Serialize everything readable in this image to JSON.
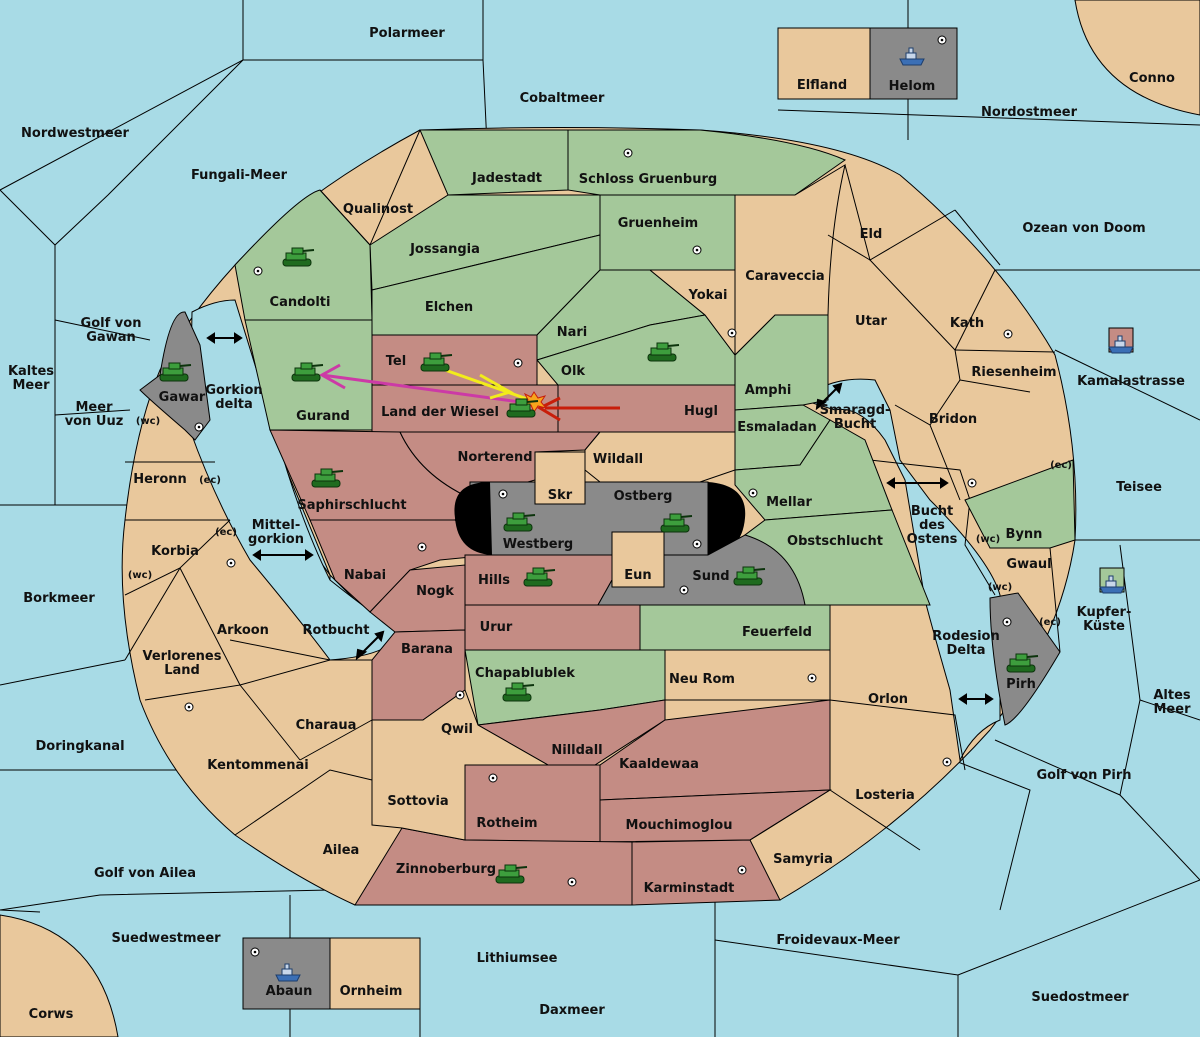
{
  "colors": {
    "sea": "#a8dbe6",
    "neutral": "#e9c89c",
    "green_power": "#a4c89a",
    "red_power": "#c48c84",
    "impassable": "#8a8a8a",
    "yellow_order": "#f2ec1b",
    "magenta_order": "#cc3aa6",
    "red_order": "#c81e0a"
  },
  "seas": {
    "polarmeer": "Polarmeer",
    "cobaltmeer": "Cobaltmeer",
    "nordwestmeer": "Nordwestmeer",
    "nordostmeer": "Nordostmeer",
    "fungali": "Fungali-Meer",
    "ozean_doom": "Ozean von Doom",
    "golf_gawan": "Golf von\nGawan",
    "kaltes_meer": "Kaltes\nMeer",
    "meer_uuz": "Meer\nvon Uuz",
    "kamalastrasse": "Kamalastrasse",
    "teisee": "Teisee",
    "kupfer": "Kupfer-\nKüste",
    "borkmeer": "Borkmeer",
    "altes_meer": "Altes\nMeer",
    "doringkanal": "Doringkanal",
    "golf_pirh": "Golf von Pirh",
    "golf_ailea": "Golf von Ailea",
    "suedwestmeer": "Suedwestmeer",
    "froidevaux": "Froidevaux-Meer",
    "lithiumsee": "Lithiumsee",
    "suedostmeer": "Suedostmeer",
    "daxmeer": "Daxmeer",
    "gorkion_delta": "Gorkion\ndelta",
    "mittelgorkion": "Mittel-\ngorkion",
    "rotbucht": "Rotbucht",
    "smaragd": "Smaragd-\nBucht",
    "bucht_ostens": "Bucht\ndes\nOstens",
    "rodesion": "Rodesion\nDelta"
  },
  "land": {
    "conno": "Conno",
    "elfland": "Elfland",
    "helom": "Helom",
    "corws": "Corws",
    "abaun": "Abaun",
    "ornheim": "Ornheim",
    "jadestadt": "Jadestadt",
    "schloss": "Schloss Gruenburg",
    "qualinost": "Qualinost",
    "jossangia": "Jossangia",
    "gruenheim": "Gruenheim",
    "eld": "Eld",
    "caraveccia": "Caraveccia",
    "candolti": "Candolti",
    "elchen": "Elchen",
    "yokai": "Yokai",
    "utar": "Utar",
    "kath": "Kath",
    "nari": "Nari",
    "tel": "Tel",
    "olk": "Olk",
    "amphi": "Amphi",
    "riesenheim": "Riesenheim",
    "gurand": "Gurand",
    "land_wiesel": "Land der Wiesel",
    "hugl": "Hugl",
    "esmaladan": "Esmaladan",
    "bridon": "Bridon",
    "gawar": "Gawar",
    "heronn": "Heronn",
    "norterend": "Norterend",
    "wildall": "Wildall",
    "skr": "Skr",
    "ostberg": "Ostberg",
    "mellar": "Mellar",
    "saphir": "Saphirschlucht",
    "westberg": "Westberg",
    "bynn": "Bynn",
    "obstschlucht": "Obstschlucht",
    "korbia": "Korbia",
    "nabai": "Nabai",
    "eun": "Eun",
    "sund": "Sund",
    "gwaul": "Gwaul",
    "nogk": "Nogk",
    "hills": "Hills",
    "arkoon": "Arkoon",
    "urur": "Urur",
    "feuerfeld": "Feuerfeld",
    "barana": "Barana",
    "verlorenes": "Verlorenes\nLand",
    "chapa": "Chapablublek",
    "neu_rom": "Neu Rom",
    "orlon": "Orlon",
    "pirh": "Pirh",
    "charaua": "Charaua",
    "qwil": "Qwil",
    "nilldall": "Nilldall",
    "kaaldewaa": "Kaaldewaa",
    "kentommenai": "Kentommenai",
    "sottovia": "Sottovia",
    "losteria": "Losteria",
    "rotheim": "Rotheim",
    "mouchimoglou": "Mouchimoglou",
    "ailea": "Ailea",
    "samyria": "Samyria",
    "zinnoberburg": "Zinnoberburg",
    "karminstadt": "Karminstadt"
  },
  "coast_tags": {
    "wc": "(wc)",
    "ec": "(ec)"
  },
  "units": {
    "tank": "tank-icon",
    "ship": "battleship-icon",
    "supply": "supply-center-icon",
    "battle": "explosion-icon"
  }
}
